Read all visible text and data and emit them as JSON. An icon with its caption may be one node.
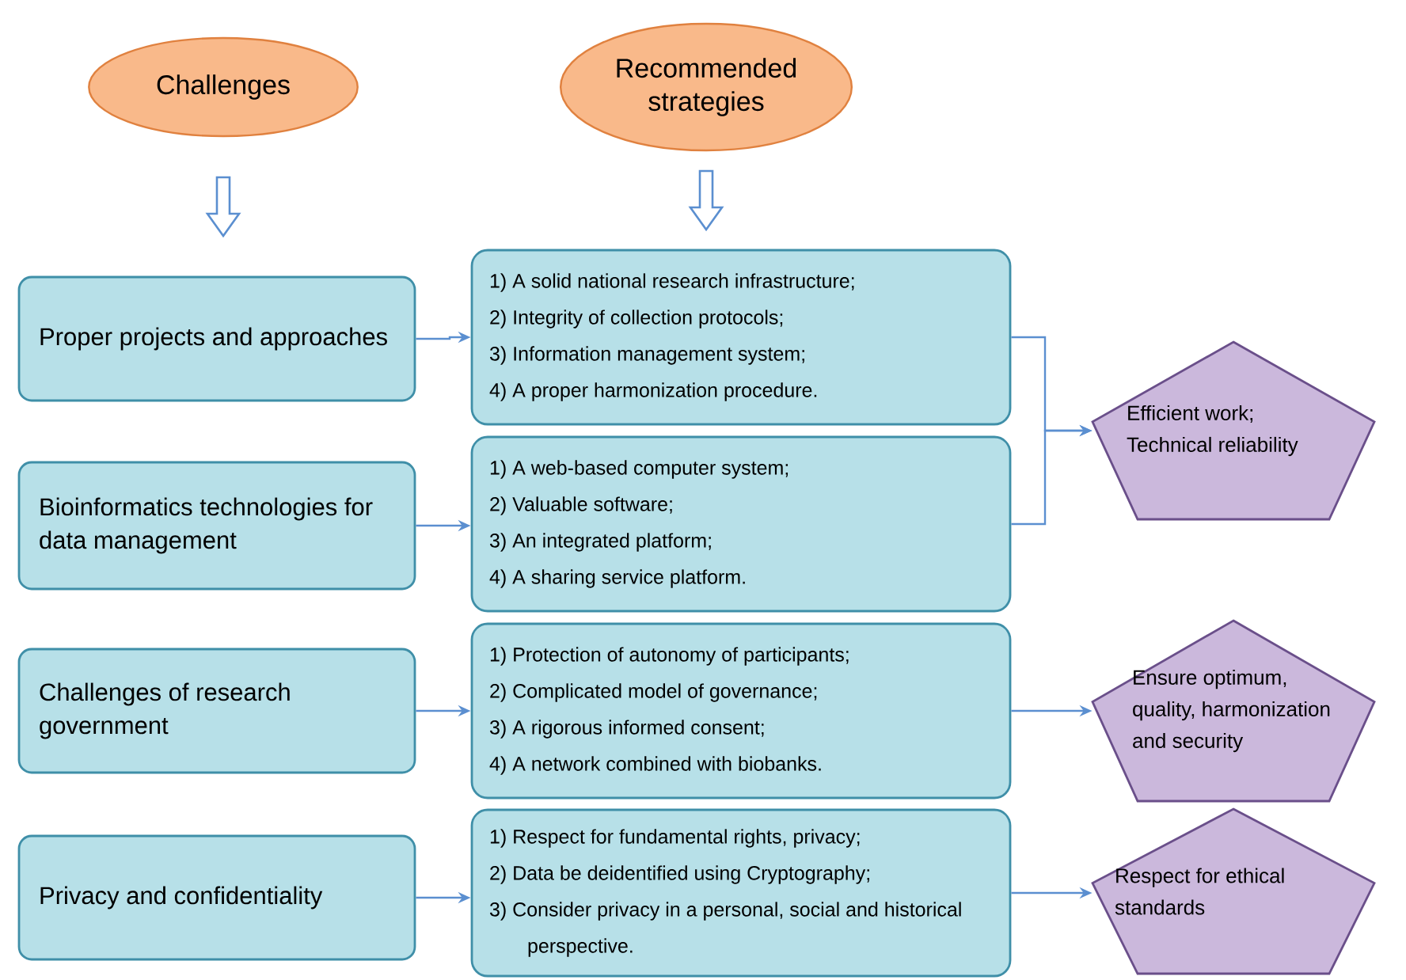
{
  "diagram": {
    "nodes": [
      {
        "text": [
          "Challenges"
        ]
      },
      {
        "text": [
          "Recommended strategies"
        ]
      },
      {
        "text": [
          "Proper projects and approaches"
        ]
      },
      {
        "text": [
          "Bioinformatics technologies for data management"
        ]
      },
      {
        "text": [
          "Challenges of research government"
        ]
      },
      {
        "text": [
          "Privacy and confidentiality"
        ]
      },
      {
        "text": [
          "1) A solid national research infrastructure;",
          "2) Integrity of collection protocols;",
          "3) Information management system;",
          "4) A proper harmonization procedure."
        ]
      },
      {
        "text": [
          "1) A web-based computer system;",
          "2) Valuable software;",
          "3) An integrated platform;",
          "4) A sharing service platform."
        ]
      },
      {
        "text": [
          "1) Protection of autonomy of participants;",
          "2) Complicated model of governance;",
          "3) A rigorous informed consent;",
          "4) A network combined with biobanks."
        ]
      },
      {
        "text": [
          "1) Respect for fundamental rights, privacy;",
          "2) Data be deidentified using Cryptography;",
          "3) Consider privacy in a personal, social and historical perspective."
        ]
      },
      {
        "text": [
          "Efficient work; Technical reliability"
        ]
      },
      {
        "text": [
          "Ensure optimum, quality, harmonization and security"
        ]
      },
      {
        "text": [
          "Respect for ethical standards"
        ]
      }
    ],
    "edges": [
      {
        "from": 0,
        "to": 2,
        "arrow": "to"
      },
      {
        "from": 1,
        "to": 6,
        "arrow": "to"
      },
      {
        "from": 2,
        "to": 6,
        "arrow": "to"
      },
      {
        "from": 3,
        "to": 7,
        "arrow": "to"
      },
      {
        "from": 4,
        "to": 8,
        "arrow": "to"
      },
      {
        "from": 5,
        "to": 9,
        "arrow": "to"
      },
      {
        "from": 6,
        "to": 10,
        "arrow": "to"
      },
      {
        "from": 7,
        "to": 10,
        "arrow": "to"
      },
      {
        "from": 8,
        "to": 11,
        "arrow": "to"
      },
      {
        "from": 9,
        "to": 12,
        "arrow": "to"
      }
    ]
  }
}
